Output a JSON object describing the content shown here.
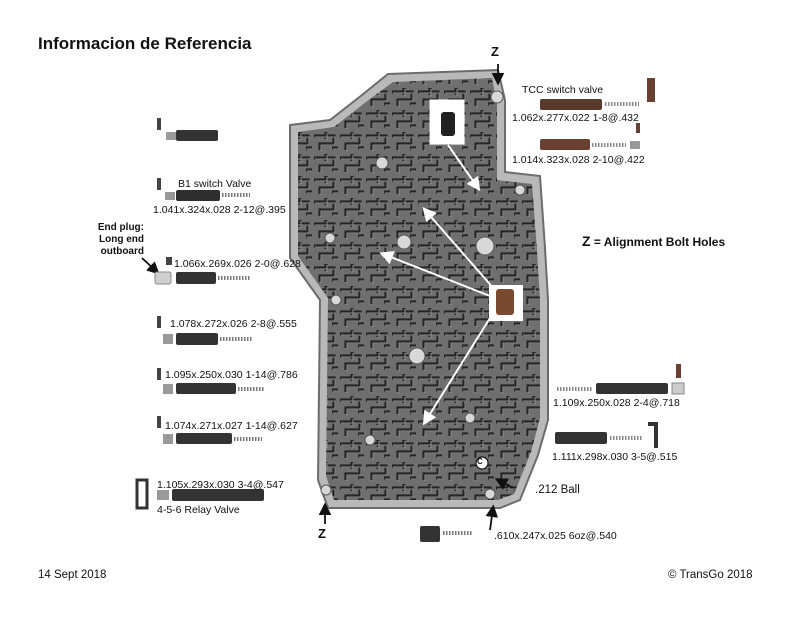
{
  "title": "Informacion de Referencia",
  "footer": {
    "date": "14 Sept 2018",
    "copyright": "© TransGo 2018"
  },
  "legend": {
    "z": "Z",
    "text": "= Alignment Bolt Holes"
  },
  "z_markers": [
    "Z",
    "Z"
  ],
  "end_plug": [
    "End plug:",
    "Long end",
    "outboard"
  ],
  "ball_marker": "C",
  "labels": {
    "tcc_name": "TCC switch valve",
    "tcc_spec": "1.062x.277x.022 1-8@.432",
    "right_spec2": "1.014x.323x.028 2-10@.422",
    "b1_name": "B1 switch Valve",
    "b1_spec": "1.041x.324x.028 2-12@.395",
    "left_spec3": "1.066x.269x.026 2-0@.628",
    "left_spec4": "1.078x.272x.026 2-8@.555",
    "left_spec5": "1.095x.250x.030 1-14@.786",
    "left_spec6": "1.074x.271x.027 1-14@.627",
    "relay_spec": "1.105x.293x.030 3-4@.547",
    "relay_name": "4-5-6 Relay Valve",
    "right_spec3": "1.109x.250x.028 2-4@.718",
    "right_spec4": "1.111x.298x.030 3-5@.515",
    "ball": ".212 Ball",
    "bottom_spec": ".610x.247x.025 6oz@.540"
  },
  "colors": {
    "body": "#6e6e6e",
    "channel": "#2b2b2b",
    "rim": "#b4b4b4",
    "valve": "#3a3a3a",
    "copper": "#8a5a3c"
  }
}
